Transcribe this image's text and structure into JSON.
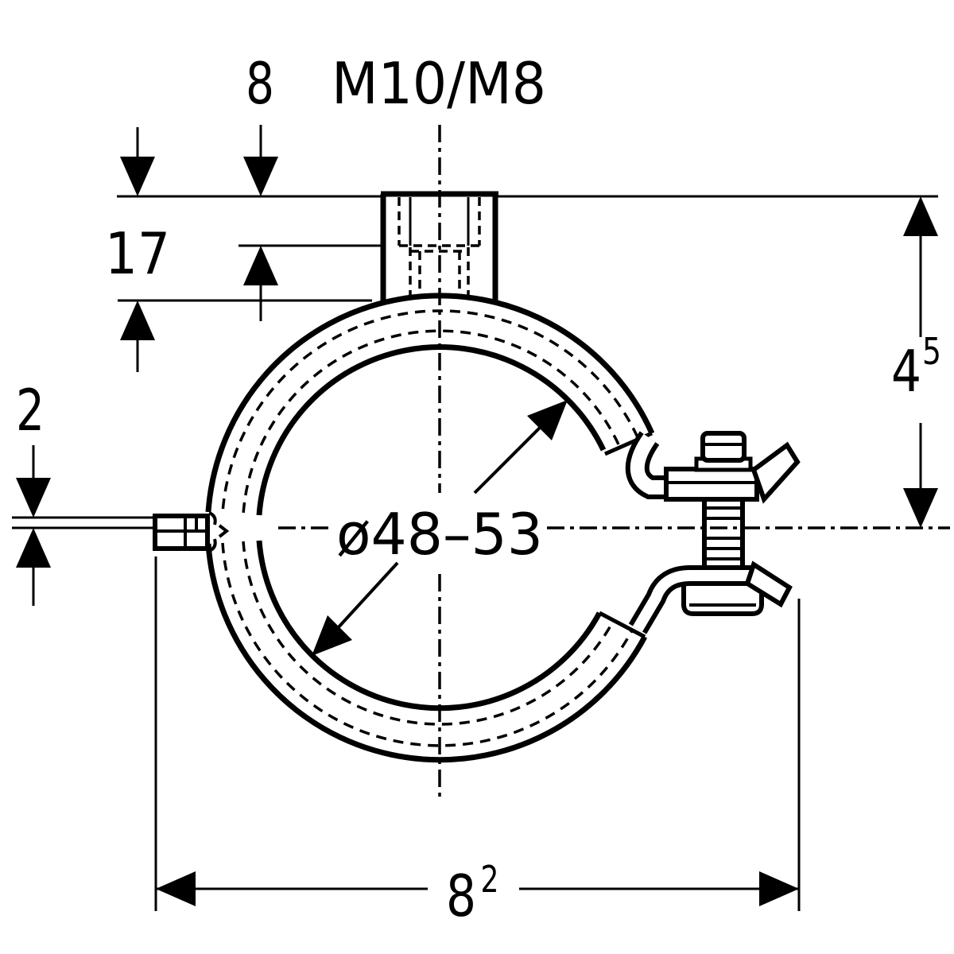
{
  "drawing": {
    "kind": "pipe-clamp dimension drawing",
    "labels": {
      "thread_depth_m10": "8",
      "thread_size": "M10/M8",
      "thread_depth_total": "17",
      "slit_width": "2",
      "pipe_diameter_range": "ø48–53",
      "height_main": "4",
      "height_sup": "5",
      "width_main": "8",
      "width_sup": "2"
    },
    "colors": {
      "line": "#000000",
      "background": "#ffffff"
    }
  }
}
